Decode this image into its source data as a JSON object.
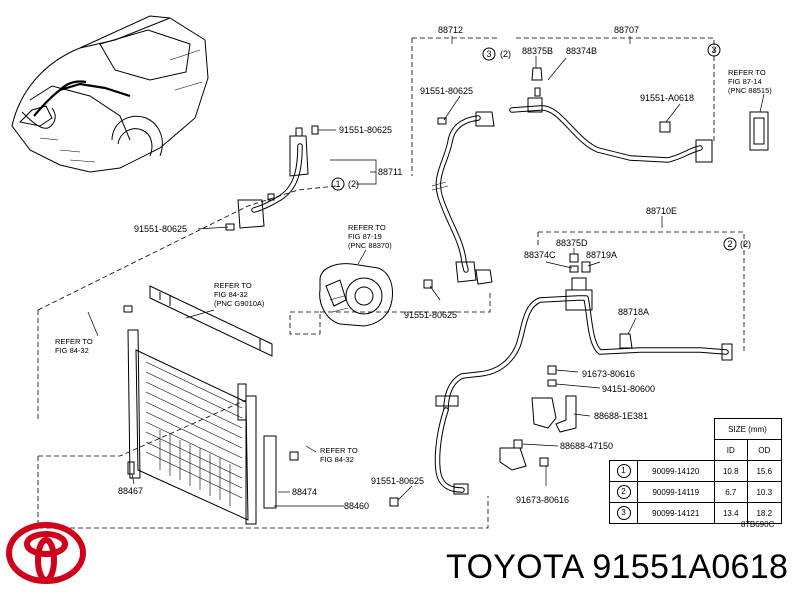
{
  "callouts": {
    "p88712": "88712",
    "p88707": "88707",
    "p88375B": "88375B",
    "p88374B": "88374B",
    "p91551_80625_a": "91551-80625",
    "p91551_A0618": "91551-A0618",
    "p91551_80625_b": "91551-80625",
    "p88711": "88711",
    "p91551_80625_c": "91551-80625",
    "p91551_80625_d": "91551-80625",
    "p88710E": "88710E",
    "p88375D": "88375D",
    "p88374C": "88374C",
    "p88719A": "88719A",
    "p88718A": "88718A",
    "p91673_80616_a": "91673-80616",
    "p94151_80600": "94151-80600",
    "p88688_1E381": "88688-1E381",
    "p88688_47150": "88688-47150",
    "p91551_80625_e": "91551-80625",
    "p91673_80616_b": "91673-80616",
    "p88467": "88467",
    "p88474": "88474",
    "p88460": "88460"
  },
  "size_refs": {
    "c3_top": "3",
    "c2_top": "(2)",
    "c3_right": "3",
    "c1_mid": "1",
    "c2_mid": "(2)",
    "c2_right": "2",
    "c2_right_paren": "(2)"
  },
  "refer_notes": {
    "fig87_14": [
      "REFER TO",
      "FIG 87-14",
      "(PNC 88515)"
    ],
    "fig87_19": [
      "REFER TO",
      "FIG 87-19",
      "(PNC 88370)"
    ],
    "fig84_32_pnc": [
      "REFER TO",
      "FIG 84-32",
      "(PNC G9010A)"
    ],
    "fig84_32_left": [
      "REFER TO",
      "FIG 84-32"
    ],
    "fig84_32_right": [
      "REFER TO",
      "FIG 84-32"
    ]
  },
  "size_table": {
    "header": "SIZE (mm)",
    "columns": [
      "ID",
      "OD"
    ],
    "rows": [
      {
        "ref": "1",
        "part": "90099-14120",
        "id": "10.8",
        "od": "15.6"
      },
      {
        "ref": "2",
        "part": "90099-14119",
        "id": "6.7",
        "od": "10.3"
      },
      {
        "ref": "3",
        "part": "90099-14121",
        "id": "13.4",
        "od": "18.2"
      }
    ]
  },
  "diagram_code": "87B690C",
  "brand": "TOYOTA",
  "part_number": "91551A0618",
  "colors": {
    "logo_red": "#d0001a",
    "line": "#000000",
    "background": "#ffffff"
  },
  "icons": {
    "logo": "toyota-logo"
  }
}
